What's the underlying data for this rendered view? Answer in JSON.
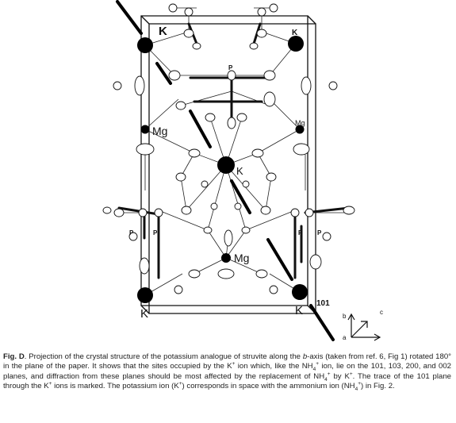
{
  "figure": {
    "k_label": "K",
    "mg_label": "Mg",
    "p_label": "P",
    "plane_label": "101",
    "axis_a": "a",
    "axis_b": "b",
    "axis_c": "c"
  },
  "caption": {
    "fig_label": "Fig. D",
    "part1": ". Projection of the crystal structure of the potassium analogue of struvite along the ",
    "b_axis": "b",
    "part2": "-axis (taken from ref. 6, Fig 1) rotated 180° in the plane of the paper. It shows that the sites occupied by the K",
    "plus": "+",
    "part3": " ion which, like the NH",
    "sub4": "4",
    "part4": " ion, lie on the 101, 103, 200, and 002 planes, and diffraction from these planes should be most affected by the replacement of NH",
    "part5": " by K",
    "part6": ". The trace of the 101 plane through the K",
    "part7": " ions is marked. The potassium ion (K",
    "part8": ") corresponds in space with the ammonium ion (NH",
    "part9": ") in Fig. 2."
  }
}
